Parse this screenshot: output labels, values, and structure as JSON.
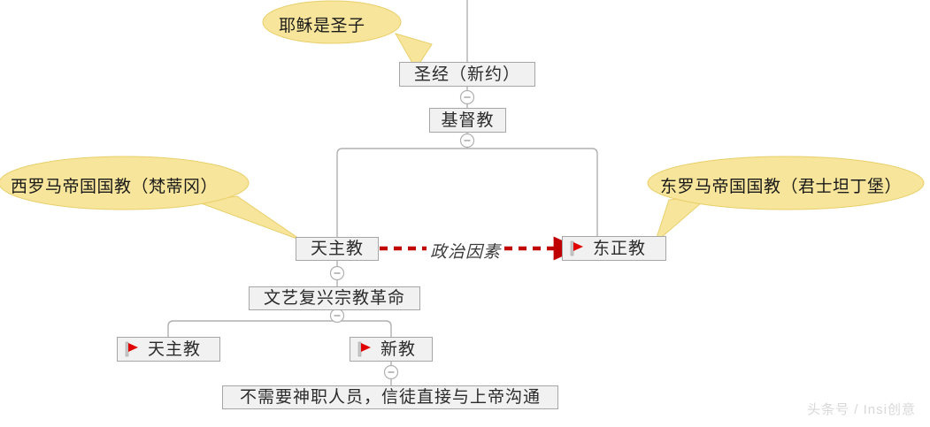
{
  "diagram": {
    "title_text": "",
    "colors": {
      "node_fill": "#f1f1f1",
      "node_border": "#a6a6a6",
      "connector": "#b0b0b0",
      "callout_fill": "#f7e59b",
      "callout_border": "#e8cf6a",
      "accent_red": "#c00000",
      "flag_red": "#e00000",
      "text": "#2b2b2b",
      "watermark": "#d8d8d8"
    },
    "nodes": [
      {
        "id": "bible",
        "label": "圣经（新约）",
        "flag": false
      },
      {
        "id": "christianity",
        "label": "基督教",
        "flag": false
      },
      {
        "id": "catholic",
        "label": "天主教",
        "flag": false
      },
      {
        "id": "orthodox",
        "label": "东正教",
        "flag": true
      },
      {
        "id": "reformation",
        "label": "文艺复兴宗教革命",
        "flag": false
      },
      {
        "id": "catholic2",
        "label": "天主教",
        "flag": true
      },
      {
        "id": "protestant",
        "label": "新教",
        "flag": true
      },
      {
        "id": "doctrine",
        "label": "不需要神职人员，信徒直接与上帝沟通",
        "flag": false
      }
    ],
    "callouts": [
      {
        "id": "callout-jesus",
        "text": "耶稣是圣子"
      },
      {
        "id": "callout-west-rome",
        "text": "西罗马帝国国教（梵蒂冈）"
      },
      {
        "id": "callout-east-rome",
        "text": "东罗马帝国国教（君士坦丁堡）"
      }
    ],
    "edges": [
      {
        "id": "edge-politics",
        "label": "政治因素",
        "style": "dashed-red-arrow",
        "from": "catholic",
        "to": "orthodox"
      }
    ],
    "collapse_icons": [
      {
        "id": "collapse-bible",
        "glyph": "−"
      },
      {
        "id": "collapse-christianity",
        "glyph": "−"
      },
      {
        "id": "collapse-catholic",
        "glyph": "−"
      },
      {
        "id": "collapse-reformation",
        "glyph": "−"
      },
      {
        "id": "collapse-protestant",
        "glyph": "−"
      }
    ],
    "watermark": "头条号 / Insi创意"
  }
}
